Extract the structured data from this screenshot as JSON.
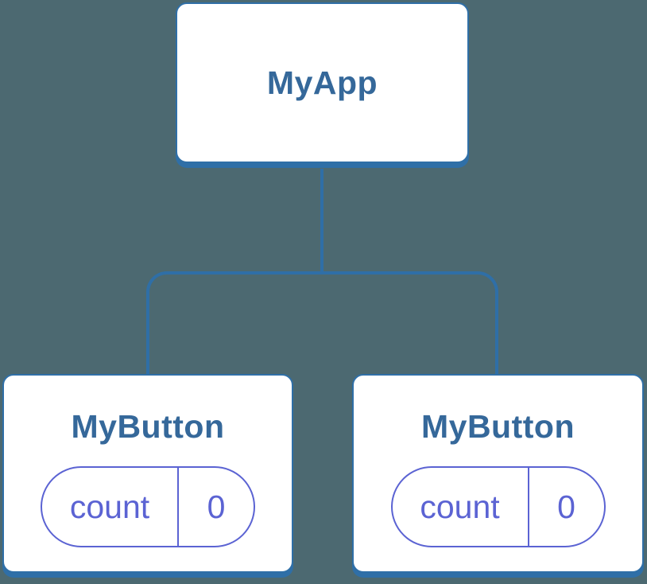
{
  "diagram": {
    "type": "component-tree",
    "root": {
      "label": "MyApp"
    },
    "children": [
      {
        "label": "MyButton",
        "state": {
          "key": "count",
          "value": "0"
        }
      },
      {
        "label": "MyButton",
        "state": {
          "key": "count",
          "value": "0"
        }
      }
    ]
  },
  "colors": {
    "background": "#4C6971",
    "connector": "#2F6FA7",
    "node_fill": "#FFFFFF",
    "node_text": "#35689A",
    "state_accent": "#5B63D3"
  }
}
